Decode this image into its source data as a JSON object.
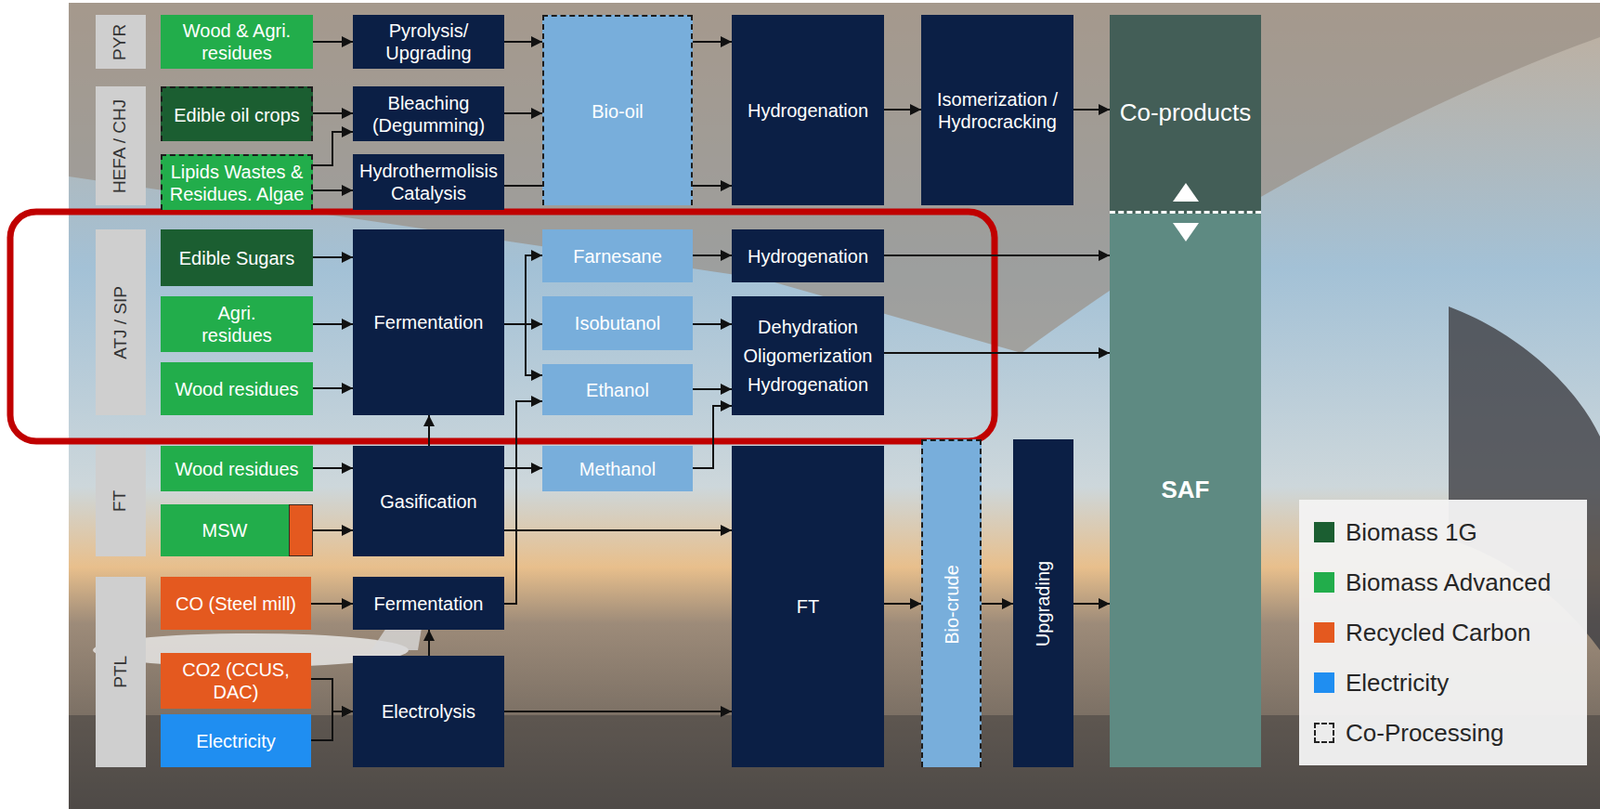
{
  "diagram": {
    "nodes": [
      {
        "text": [
          "PYR"
        ]
      },
      {
        "text": [
          "Wood & Agri. residues"
        ]
      },
      {
        "text": [
          "Pyrolysis/ Upgrading"
        ]
      },
      {
        "text": [
          "Bio-oil"
        ]
      },
      {
        "text": [
          "Hydrogenation"
        ]
      },
      {
        "text": [
          "Isomerization / Hydrocracking"
        ]
      },
      {
        "text": [
          "Co-products"
        ]
      },
      {
        "text": [
          "HEFA / CHJ"
        ]
      },
      {
        "text": [
          "Edible oil crops"
        ]
      },
      {
        "text": [
          "Bleaching (Degumming)"
        ]
      },
      {
        "text": [
          "Lipids Wastes & Residues. Algae"
        ]
      },
      {
        "text": [
          "Hydrothermolisis Catalysis"
        ]
      },
      {
        "text": [
          "ATJ / SIP"
        ]
      },
      {
        "text": [
          "Edible Sugars"
        ]
      },
      {
        "text": [
          "Agri. residues"
        ]
      },
      {
        "text": [
          "Wood residues"
        ]
      },
      {
        "text": [
          "Fermentation"
        ]
      },
      {
        "text": [
          "Farnesane"
        ]
      },
      {
        "text": [
          "Isobutanol"
        ]
      },
      {
        "text": [
          "Ethanol"
        ]
      },
      {
        "text": [
          "Hydrogenation"
        ]
      },
      {
        "text": [
          "Dehydration Oligomerization Hydrogenation"
        ]
      },
      {
        "text": [
          "SAF"
        ]
      },
      {
        "text": [
          "FT"
        ]
      },
      {
        "text": [
          "Wood residues"
        ]
      },
      {
        "text": [
          "MSW"
        ]
      },
      {
        "text": [
          "Gasification"
        ]
      },
      {
        "text": [
          "Methanol"
        ]
      },
      {
        "text": [
          "FT"
        ]
      },
      {
        "text": [
          "Bio-crude"
        ]
      },
      {
        "text": [
          "Upgrading"
        ]
      },
      {
        "text": [
          "PTL"
        ]
      },
      {
        "text": [
          "CO (Steel mill)"
        ]
      },
      {
        "text": [
          "Fermentation"
        ]
      },
      {
        "text": [
          "CO2 (CCUS, DAC)"
        ]
      },
      {
        "text": [
          "Electricity"
        ]
      },
      {
        "text": [
          "Electrolysis"
        ]
      }
    ],
    "edges": [
      {
        "from": 1,
        "to": 2,
        "arrow": "to"
      },
      {
        "from": 2,
        "to": 3,
        "arrow": "to"
      },
      {
        "from": 3,
        "to": 4,
        "arrow": "to"
      },
      {
        "from": 4,
        "to": 5,
        "arrow": "to"
      },
      {
        "from": 5,
        "to": 6,
        "arrow": "to"
      },
      {
        "from": 8,
        "to": 9,
        "arrow": "to"
      },
      {
        "from": 9,
        "to": 3,
        "arrow": "to"
      },
      {
        "from": 10,
        "to": 9,
        "arrow": "to"
      },
      {
        "from": 10,
        "to": 11,
        "arrow": "to"
      },
      {
        "from": 11,
        "to": 4,
        "arrow": "to"
      },
      {
        "from": 13,
        "to": 16,
        "arrow": "to"
      },
      {
        "from": 14,
        "to": 16,
        "arrow": "to"
      },
      {
        "from": 15,
        "to": 16,
        "arrow": "to"
      },
      {
        "from": 16,
        "to": 17,
        "arrow": "to"
      },
      {
        "from": 16,
        "to": 18,
        "arrow": "to"
      },
      {
        "from": 16,
        "to": 19,
        "arrow": "to"
      },
      {
        "from": 17,
        "to": 20,
        "arrow": "to"
      },
      {
        "from": 18,
        "to": 21,
        "arrow": "to"
      },
      {
        "from": 19,
        "to": 21,
        "arrow": "to"
      },
      {
        "from": 20,
        "to": 22,
        "arrow": "to"
      },
      {
        "from": 21,
        "to": 22,
        "arrow": "to"
      },
      {
        "from": 24,
        "to": 26,
        "arrow": "to"
      },
      {
        "from": 25,
        "to": 26,
        "arrow": "to"
      },
      {
        "from": 26,
        "to": 27,
        "arrow": "to"
      },
      {
        "from": 27,
        "to": 21,
        "arrow": "to"
      },
      {
        "from": 26,
        "to": 28,
        "arrow": "to"
      },
      {
        "from": 26,
        "to": 16,
        "arrow": "to"
      },
      {
        "from": 32,
        "to": 33,
        "arrow": "to"
      },
      {
        "from": 33,
        "to": 19,
        "arrow": "to"
      },
      {
        "from": 34,
        "to": 36,
        "arrow": "to"
      },
      {
        "from": 35,
        "to": 36,
        "arrow": "to"
      },
      {
        "from": 36,
        "to": 33,
        "arrow": "to"
      },
      {
        "from": 36,
        "to": 28,
        "arrow": "to"
      },
      {
        "from": 28,
        "to": 29,
        "arrow": "to"
      },
      {
        "from": 29,
        "to": 30,
        "arrow": "to"
      },
      {
        "from": 30,
        "to": 22,
        "arrow": "to"
      }
    ],
    "legend": [
      {
        "text": "Biomass 1G",
        "color": "#1b5e31"
      },
      {
        "text": "Biomass Advanced",
        "color": "#22ad4b"
      },
      {
        "text": "Recycled Carbon",
        "color": "#e4591f"
      },
      {
        "text": "Electricity",
        "color": "#1f8ef1"
      },
      {
        "text": "Co-Processing"
      }
    ]
  }
}
